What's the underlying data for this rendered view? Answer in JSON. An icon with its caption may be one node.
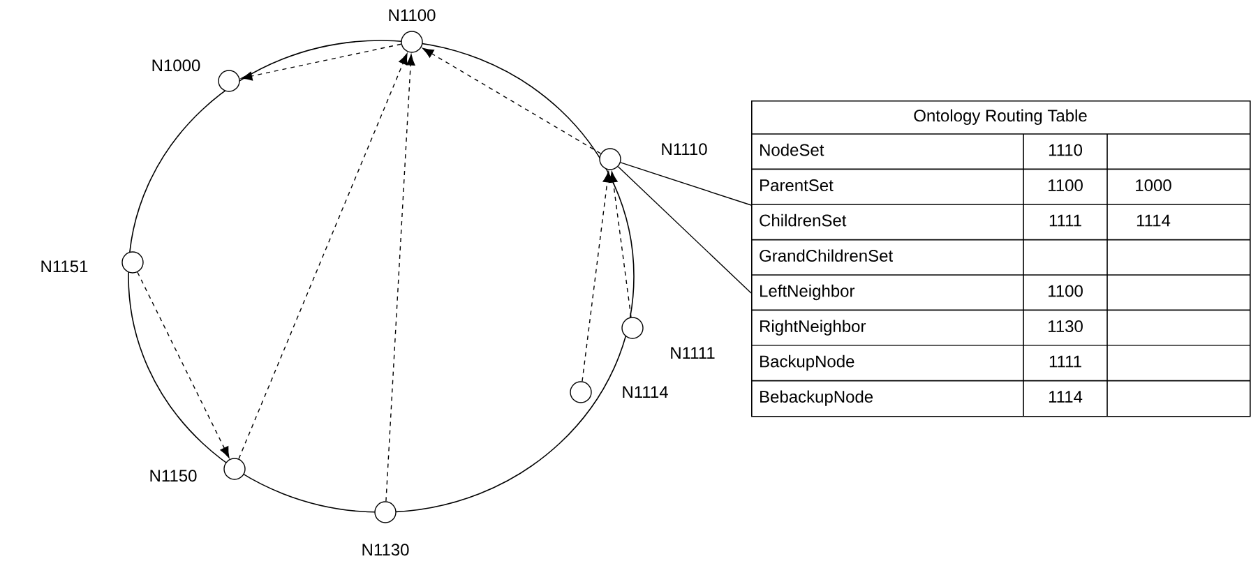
{
  "diagram": {
    "nodes": [
      {
        "text": [],
        "shape": "circle",
        "beside": [
          "N1100"
        ]
      },
      {
        "text": [],
        "shape": "circle",
        "beside": [
          "N1000"
        ]
      },
      {
        "text": [],
        "shape": "circle",
        "beside": [
          "N1110"
        ]
      },
      {
        "text": [],
        "shape": "circle",
        "beside": [
          "N1151"
        ]
      },
      {
        "text": [],
        "shape": "circle",
        "beside": [
          "N1111"
        ]
      },
      {
        "text": [],
        "shape": "circle",
        "beside": [
          "N1114"
        ]
      },
      {
        "text": [],
        "shape": "circle",
        "beside": [
          "N1150"
        ]
      },
      {
        "text": [],
        "shape": "circle",
        "beside": [
          "N1130"
        ]
      },
      {
        "text": [
          "Ontology Routing Table"
        ]
      }
    ],
    "edges": [
      {
        "from": 0,
        "to": 1,
        "arrow": "to",
        "style": "dashed"
      },
      {
        "from": 2,
        "to": 0,
        "arrow": "to",
        "style": "dashed"
      },
      {
        "from": 6,
        "to": 0,
        "arrow": "to",
        "style": "dashed"
      },
      {
        "from": 7,
        "to": 0,
        "arrow": "to",
        "style": "dashed"
      },
      {
        "from": 3,
        "to": 6,
        "arrow": "to",
        "style": "dashed"
      },
      {
        "from": 5,
        "to": 2,
        "arrow": "to",
        "style": "dashed"
      },
      {
        "from": 4,
        "to": 2,
        "arrow": "to",
        "style": "dashed"
      },
      {
        "from": 2,
        "to": 8,
        "arrow": "none"
      },
      {
        "from": 2,
        "to": 8,
        "arrow": "none"
      }
    ],
    "labels": [
      "NodeSet",
      "1110",
      "ParentSet",
      "1100",
      "1000",
      "ChildrenSet",
      "1111",
      "1114",
      "GrandChildrenSet",
      "LeftNeighbor",
      "1100",
      "RightNeighbor",
      "1130",
      "BackupNode",
      "1111",
      "BebackupNode",
      "1114"
    ]
  }
}
